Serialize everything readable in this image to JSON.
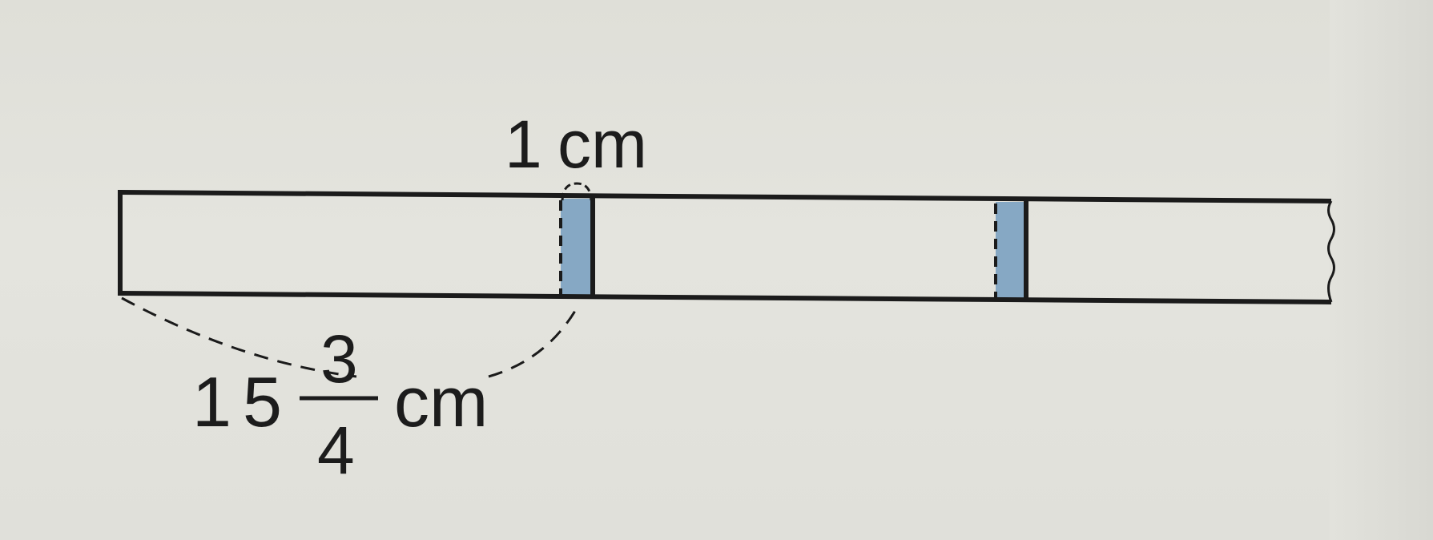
{
  "diagram": {
    "overlap_label": "1 cm",
    "strip_length": {
      "whole": "15",
      "numerator": "3",
      "denominator": "4",
      "unit": "cm"
    },
    "colors": {
      "overlap_fill": "#86a8c4",
      "stroke": "#1b1b1b"
    }
  }
}
